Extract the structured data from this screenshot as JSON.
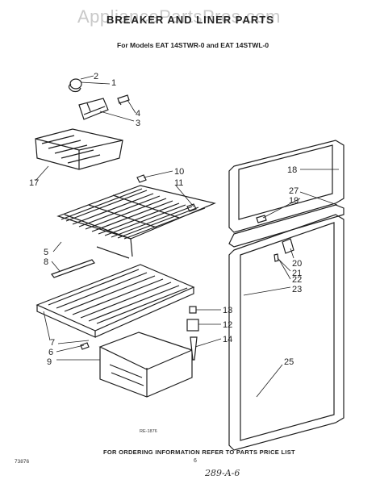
{
  "watermark": "AppliancePartsPros.com",
  "title": "BREAKER AND LINER PARTS",
  "subtitle": "For Models EAT 14STWR-0 and EAT 14STWL-0",
  "footer": "FOR ORDERING INFORMATION REFER TO PARTS PRICE LIST",
  "page_ref_left": "73876",
  "page_number": "6",
  "drawing_ref": "RE-1876",
  "handwritten_note": "289-A-6",
  "callouts": [
    "1",
    "2",
    "3",
    "4",
    "5",
    "6",
    "7",
    "8",
    "9",
    "10",
    "11",
    "12",
    "13",
    "14",
    "17",
    "18",
    "19",
    "20",
    "21",
    "22",
    "23",
    "25",
    "27"
  ],
  "parts_depicted": [
    "light-bulb",
    "light-socket",
    "light-shield",
    "ice-cube-tray",
    "small-clip",
    "shelf-wire-upper",
    "shelf-wire-lower",
    "shelf-trim",
    "crisper-pan",
    "drain-fitting",
    "hinge-bushing",
    "breaker-strip-upper",
    "breaker-strip-lower",
    "liner-clip",
    "door-gasket-frame"
  ]
}
